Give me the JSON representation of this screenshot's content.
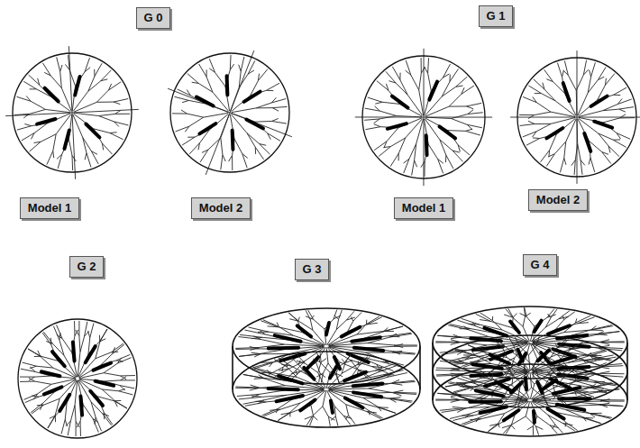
{
  "diagram": {
    "nodes": [
      {
        "text": [
          "G 0"
        ]
      },
      {
        "text": [
          "G 1"
        ]
      },
      {
        "text": [
          "Model 1"
        ]
      },
      {
        "text": [
          "Model 2"
        ]
      },
      {
        "text": [
          "Model 1"
        ]
      },
      {
        "text": [
          "Model 2"
        ]
      },
      {
        "text": [
          "G 2"
        ]
      },
      {
        "text": [
          "G 3"
        ]
      },
      {
        "text": [
          "G 4"
        ]
      }
    ]
  }
}
